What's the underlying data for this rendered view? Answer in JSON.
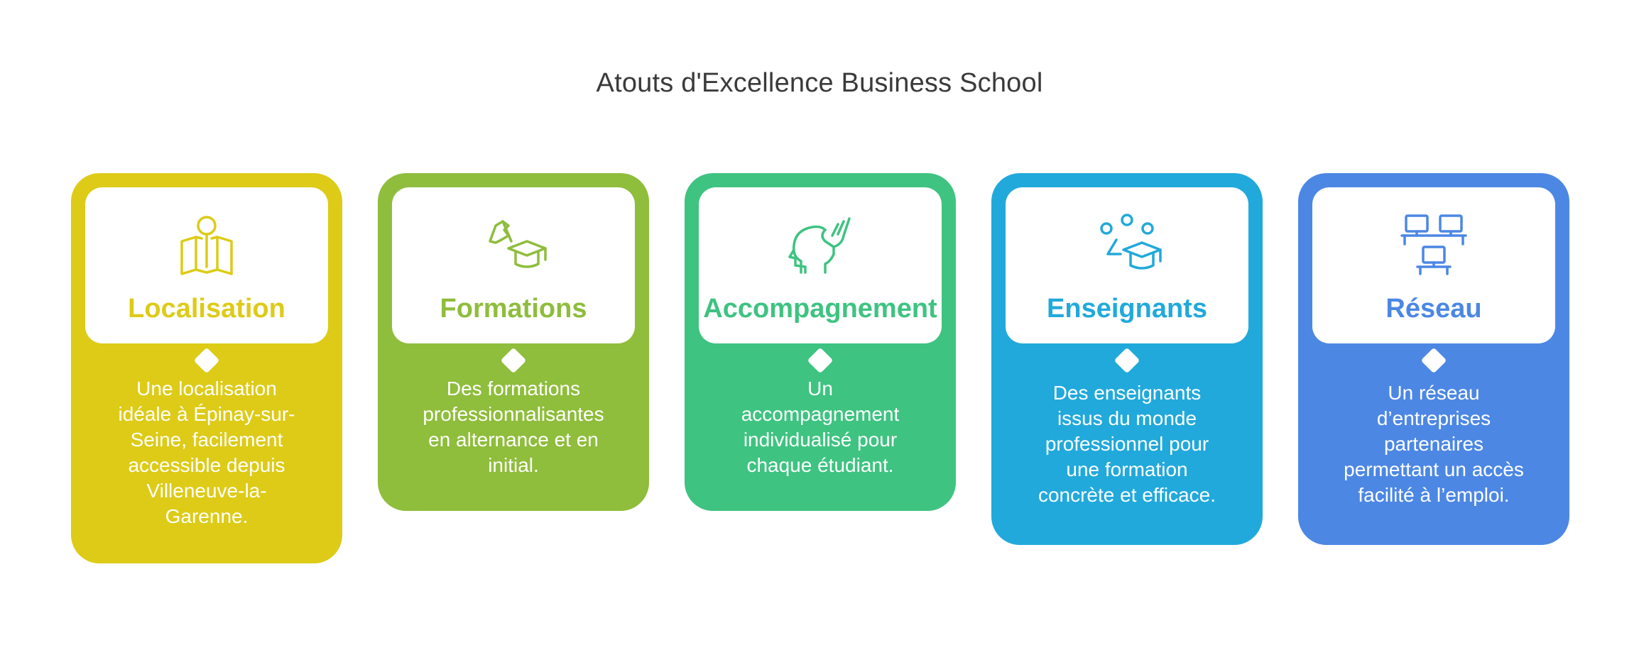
{
  "title": "Atouts d'Excellence Business School",
  "cards": [
    {
      "title": "Localisation",
      "icon": "map-pin-icon",
      "color": "#DDCB17",
      "description": [
        "Une localisation",
        "idéale à Épinay-sur-",
        "Seine, facilement",
        "accessible depuis",
        "Villeneuve-la-",
        "Garenne."
      ]
    },
    {
      "title": "Formations",
      "icon": "graduation-cap-icon",
      "color": "#8FBD3C",
      "description": [
        "Des formations",
        "professionnalisantes",
        "en alternance et en",
        "initial."
      ]
    },
    {
      "title": "Accompagnement",
      "icon": "head-support-icon",
      "color": "#3EC381",
      "description": [
        "Un",
        "accompagnement",
        "individualisé pour",
        "chaque étudiant."
      ]
    },
    {
      "title": "Enseignants",
      "icon": "teacher-cap-icon",
      "color": "#21A9DB",
      "description": [
        "Des enseignants",
        "issus du monde",
        "professionnel pour",
        "une formation",
        "concrète et efficace."
      ]
    },
    {
      "title": "Réseau",
      "icon": "network-computers-icon",
      "color": "#4C87E4",
      "description": [
        "Un réseau",
        "d’entreprises",
        "partenaires",
        "permettant un accès",
        "facilité à l’emploi."
      ]
    }
  ]
}
